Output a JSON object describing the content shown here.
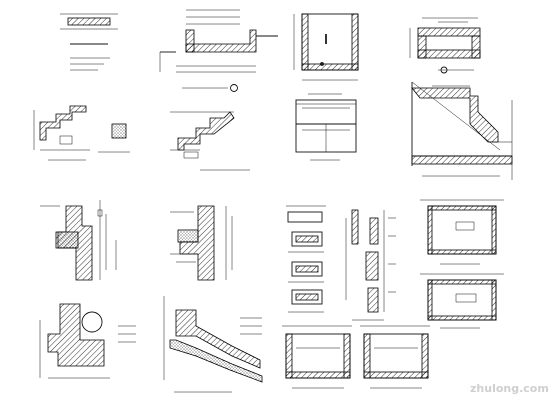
{
  "drawing": {
    "watermark": "zhulong.com",
    "detail_titles": [
      {
        "id": "d1",
        "text": ""
      },
      {
        "id": "d2",
        "text": ""
      },
      {
        "id": "d3",
        "text": ""
      },
      {
        "id": "d4",
        "text": ""
      }
    ]
  }
}
